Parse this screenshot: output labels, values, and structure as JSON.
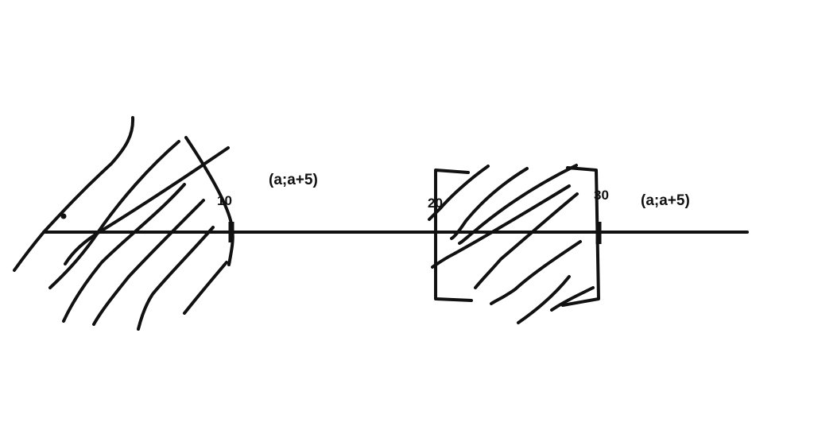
{
  "labels": {
    "tick_10": "10",
    "tick_20": "20",
    "tick_30": "30",
    "interval_left": "(a;a+5)",
    "interval_right": "(a;a+5)"
  },
  "colors": {
    "ink": "#111111",
    "background": "#ffffff"
  },
  "brackets": {
    "left_region_end": "round-closing",
    "right_region_start": "square-opening",
    "right_region_end": "square-closing"
  }
}
